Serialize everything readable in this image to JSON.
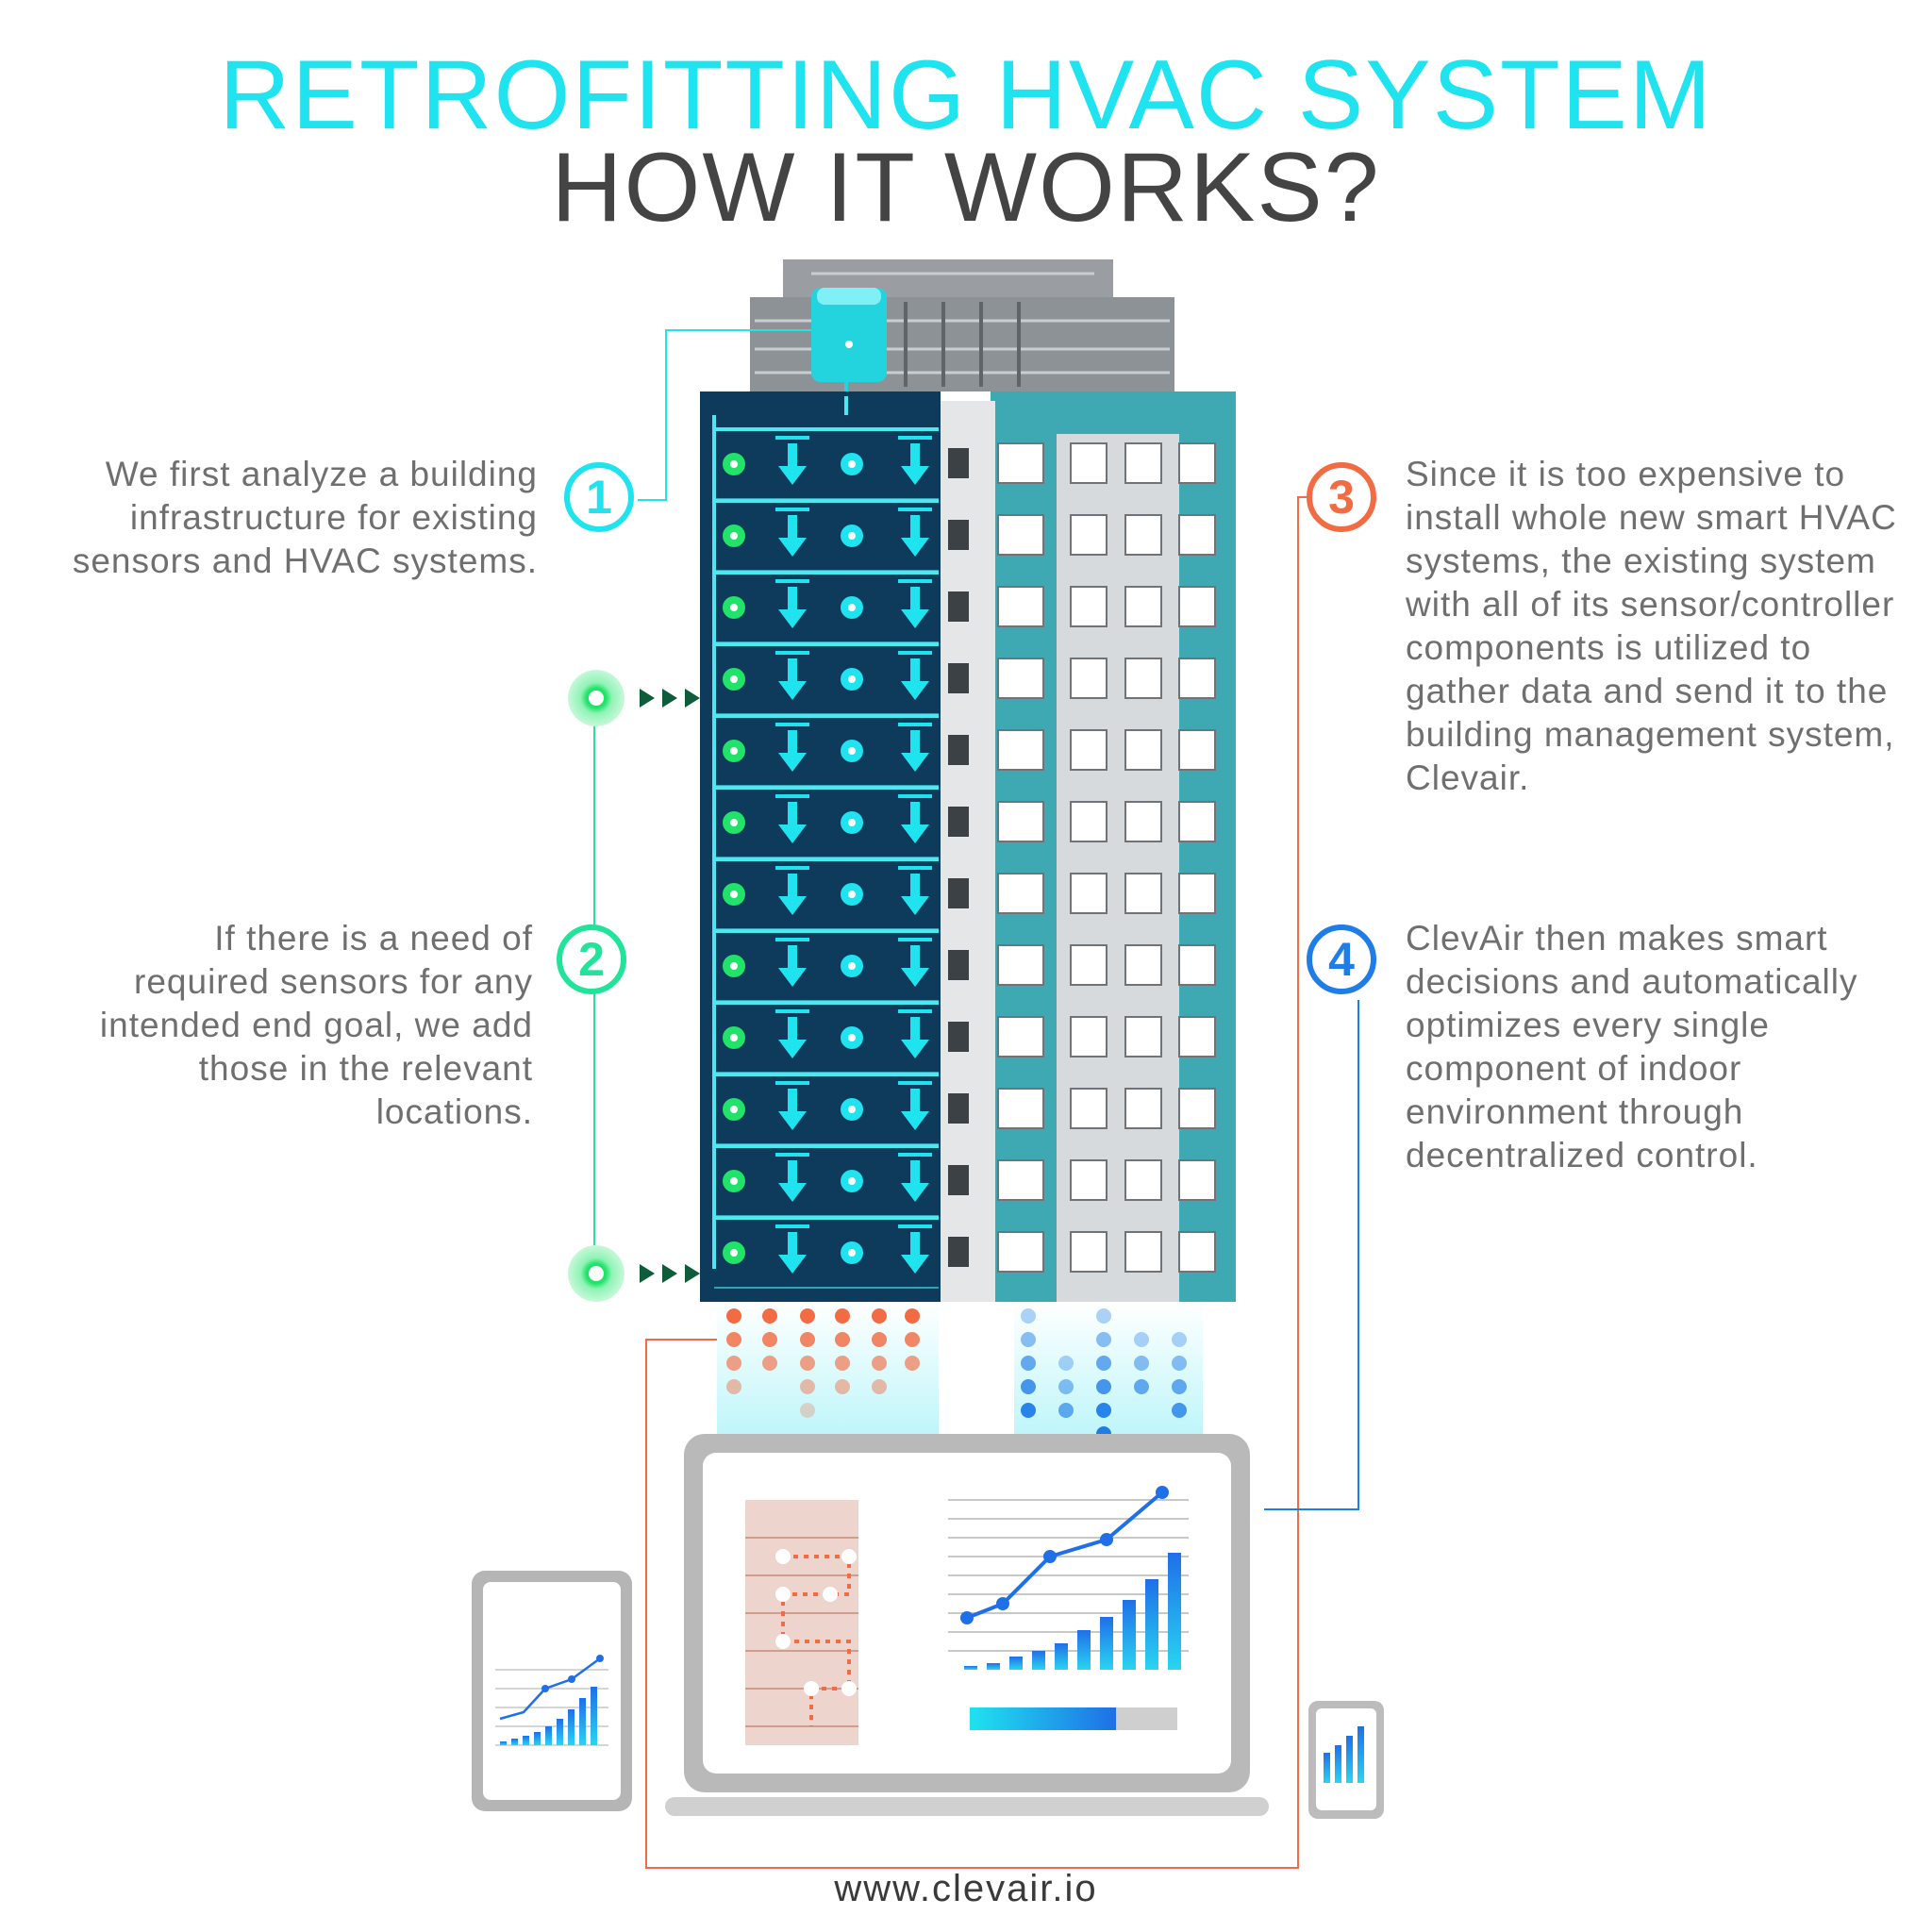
{
  "title": {
    "line1": "RETROFITTING HVAC SYSTEM",
    "line2": "HOW IT WORKS?"
  },
  "steps": [
    {
      "number": "1",
      "color": "#1fe3ee",
      "text": "We first analyze a building infrastructure for existing sensors and HVAC systems."
    },
    {
      "number": "2",
      "color": "#21e39a",
      "text": "If there is a need of required sensors for any intended end goal, we add those in the relevant locations."
    },
    {
      "number": "3",
      "color": "#f26b43",
      "text": "Since it is too expensive to install whole new smart HVAC systems, the existing system with all of its sensor/controller components is utilized to gather data and send it to the building management system, Clevair."
    },
    {
      "number": "4",
      "color": "#1f7de8",
      "text": "ClevAir then makes smart decisions and automatically optimizes every single component of indoor environment through decentralized control."
    }
  ],
  "footer": {
    "url": "www.clevair.io"
  },
  "colors": {
    "cyan": "#1fe3ee",
    "green": "#21e39a",
    "orange": "#f26b43",
    "blue": "#1f7de8",
    "navy": "#0e3a5c"
  },
  "icons": [
    "building-illustration",
    "laptop-icon",
    "tablet-icon",
    "phone-icon",
    "bar-chart-icon",
    "line-chart-icon",
    "sensor-dot-icon",
    "arrow-down-icon"
  ]
}
